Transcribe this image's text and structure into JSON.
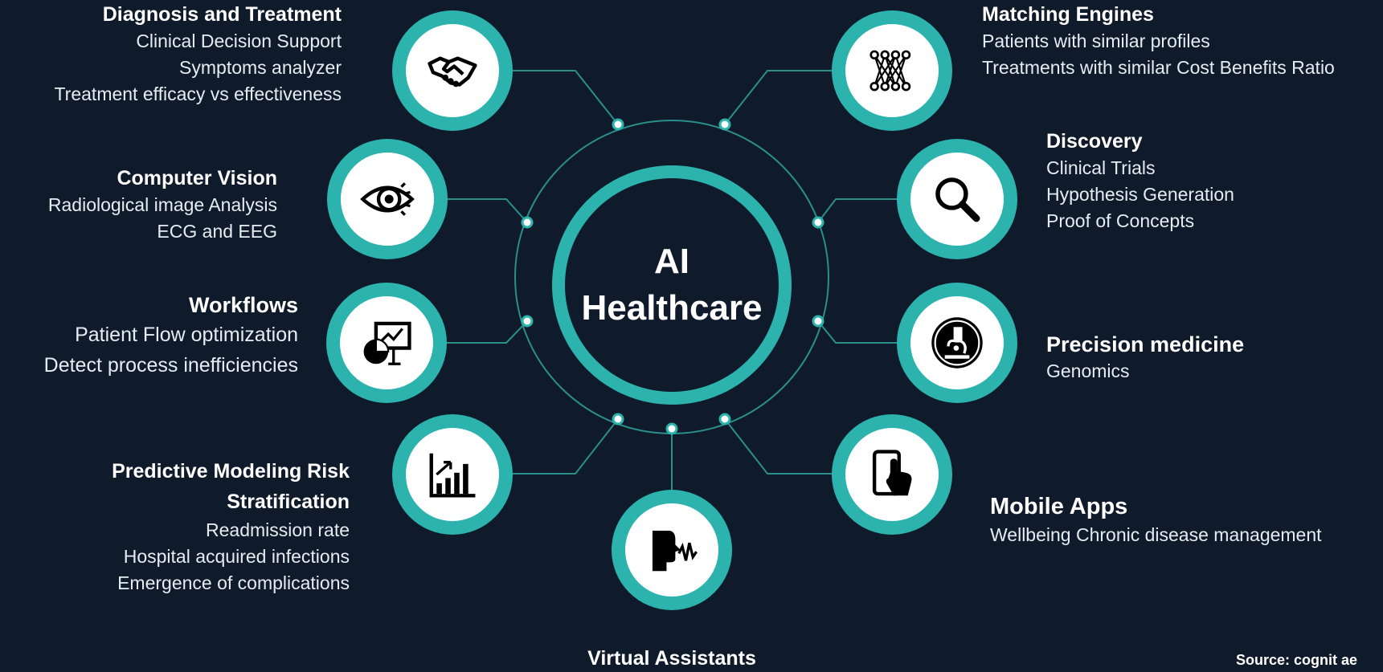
{
  "center": {
    "line1": "AI",
    "line2": "Healthcare"
  },
  "colors": {
    "background": "#0f1a2a",
    "accent": "#2cb3ad",
    "connector": "#2a8f8b",
    "text": "#ffffff"
  },
  "categories": [
    {
      "id": "diagnosis",
      "title": "Diagnosis and Treatment",
      "items": [
        "Clinical Decision Support",
        "Symptoms analyzer",
        "Treatment efficacy vs effectiveness"
      ],
      "icon": "handshake-icon"
    },
    {
      "id": "vision",
      "title": "Computer Vision",
      "items": [
        "Radiological image Analysis",
        "ECG and EEG"
      ],
      "icon": "eye-icon"
    },
    {
      "id": "workflows",
      "title": "Workflows",
      "items": [
        "Patient Flow optimization",
        "Detect process inefficiencies"
      ],
      "icon": "presentation-chart-icon"
    },
    {
      "id": "predictive",
      "title_lines": [
        "Predictive Modeling Risk",
        "Stratification"
      ],
      "items": [
        "Readmission rate",
        "Hospital acquired infections",
        "Emergence of complications"
      ],
      "icon": "growth-chart-icon"
    },
    {
      "id": "virtual",
      "title": "Virtual  Assistants",
      "items": [],
      "icon": "speaking-head-icon"
    },
    {
      "id": "matching",
      "title": "Matching Engines",
      "items": [
        "Patients with similar profiles",
        "Treatments with similar Cost Benefits Ratio"
      ],
      "icon": "network-icon"
    },
    {
      "id": "discovery",
      "title": "Discovery",
      "items": [
        "Clinical Trials",
        "Hypothesis Generation",
        "Proof of Concepts"
      ],
      "icon": "magnifier-icon"
    },
    {
      "id": "precision",
      "title": "Precision medicine",
      "items": [
        "Genomics"
      ],
      "icon": "microscope-icon"
    },
    {
      "id": "mobile",
      "title": "Mobile Apps",
      "items": [
        "Wellbeing Chronic disease management"
      ],
      "icon": "touch-phone-icon"
    }
  ],
  "source": "Source: cognit  ae"
}
